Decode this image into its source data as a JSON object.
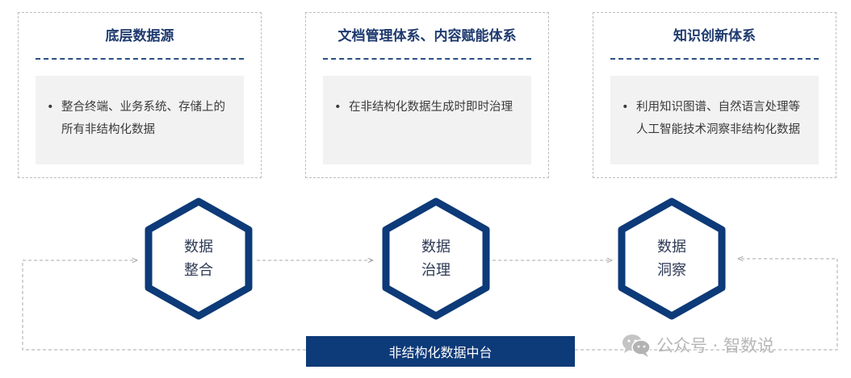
{
  "columns": [
    {
      "title": "底层数据源",
      "bullet": "整合终端、业务系统、存储上的所有非结构化数据"
    },
    {
      "title": "文档管理体系、内容赋能体系",
      "bullet": "在非结构化数据生成时即时治理"
    },
    {
      "title": "知识创新体系",
      "bullet": "利用知识图谱、自然语言处理等人工智能技术洞察非结构化数据"
    }
  ],
  "hexagons": [
    {
      "line1": "数据",
      "line2": "整合"
    },
    {
      "line1": "数据",
      "line2": "治理"
    },
    {
      "line1": "数据",
      "line2": "洞察"
    }
  ],
  "bullet_symbol": "•",
  "platform": {
    "label": "非结构化数据中台"
  },
  "watermark": {
    "text": "公众号 · 智数说",
    "icon": "wechat-icon"
  },
  "colors": {
    "navy": "#0d3a78",
    "title": "#1e3a6e",
    "card_fill": "#f2f2f2",
    "dash_border": "#bdbdbd",
    "connector": "#a9a9a9"
  }
}
